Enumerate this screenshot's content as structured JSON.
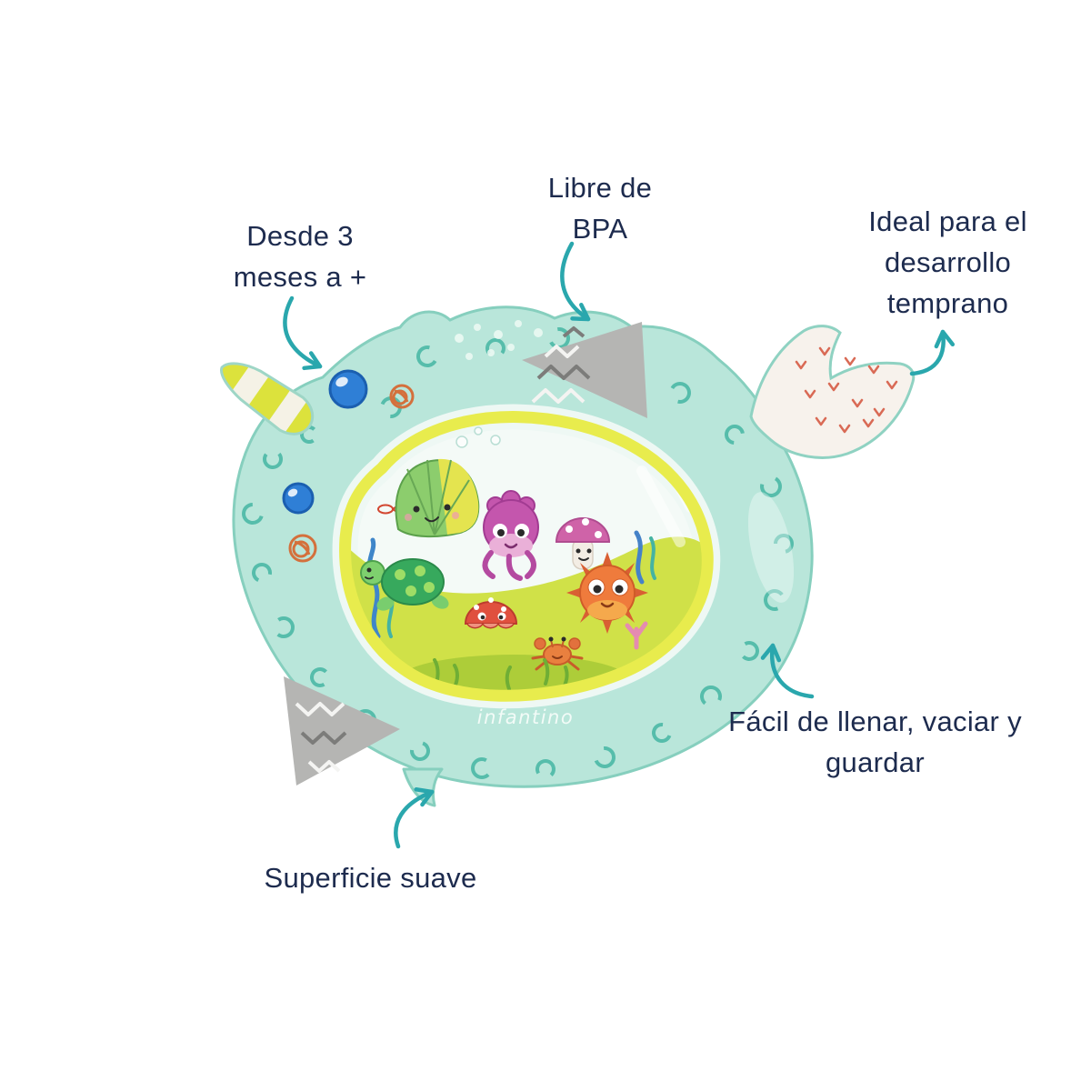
{
  "colors": {
    "background": "#ffffff",
    "text": "#1d2b4e",
    "arrow_teal": "#2aa7ad",
    "mat_body_mint": "#b9e6da",
    "mat_pattern_teal": "#3eb3a0",
    "mat_outline": "#86cfbe",
    "water_rim_yellow": "#e8ec4d",
    "water_fill_green": "#cddf3e",
    "horn_yellow": "#dce23c",
    "gray_patch": "#b5b5b3",
    "tail_mark_red": "#d96a55"
  },
  "callouts": {
    "age": {
      "lines": [
        "Desde 3",
        "meses a +"
      ]
    },
    "bpa": {
      "lines": [
        "Libre de",
        "BPA"
      ]
    },
    "development": {
      "lines": [
        "Ideal para el",
        "desarrollo",
        "temprano"
      ]
    },
    "fill_store": {
      "lines": [
        "Fácil de llenar, vaciar y",
        "guardar"
      ]
    },
    "soft_surface": {
      "lines": [
        "Superficie suave"
      ]
    }
  },
  "product": {
    "brand_logo": "infantino"
  }
}
